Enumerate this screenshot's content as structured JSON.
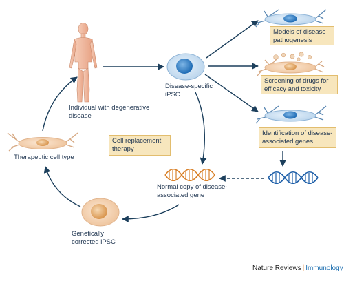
{
  "labels": {
    "individual": "Individual with degenerative disease",
    "ipsc": "Disease-specific iPSC",
    "therapeutic": "Therapeutic cell type",
    "normal_gene": "Normal copy of disease-associated gene",
    "corrected": "Genetically corrected iPSC"
  },
  "boxes": {
    "models": "Models of disease pathogenesis",
    "screening": "Screening of drugs for efficacy and toxicity",
    "identification": "Identification of disease-associated genes",
    "cell_replacement": "Cell replacement therapy"
  },
  "footer": {
    "journal": "Nature Reviews",
    "separator": "|",
    "subject": "Immunology"
  },
  "colors": {
    "arrow": "#1c3f5c",
    "box_fill": "#f7e6bd",
    "box_border": "#e2bd6e",
    "blue_cell": "#cfe3f3",
    "nucleus_blue": "#2f7fc4",
    "tan_cell": "#f1d3b4",
    "dna_orange": "#d9822b",
    "dna_blue": "#1e5fa8",
    "body_skin": "#f3c0a6",
    "footer_accent": "#e07a2a",
    "footer_subject": "#1e6fb0"
  },
  "icons": [
    "human-figure",
    "ipsc-cell",
    "neuron-cell",
    "tan-neuron-cell",
    "dna-helix"
  ]
}
